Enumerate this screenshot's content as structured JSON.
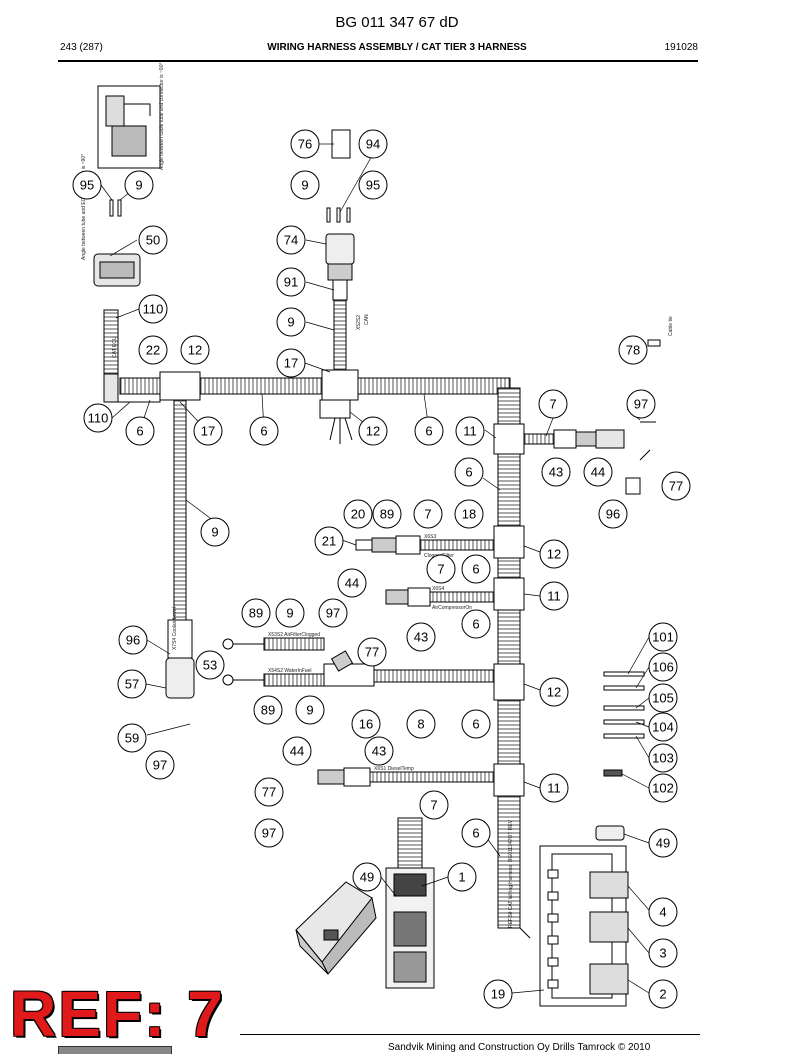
{
  "header": {
    "doc_id": "BG 011 347 67 dD",
    "page": "243 (287)",
    "title": "WIRING HARNESS ASSEMBLY / CAT TIER 3 HARNESS",
    "date": "191028"
  },
  "footer": {
    "copyright": "Sandvik Mining and Construction Oy Drills Tamrock © 2010"
  },
  "ref_stamp": "REF: 7",
  "wire_labels": {
    "x52s2": "X52S2",
    "can": "CAN",
    "cat_ecu": "CAT ECU",
    "x6s3": "X6S3",
    "clogged_filter": "CloggedFilter",
    "x6s4": "X6S4",
    "air_compressor_on": "AirCompressorOn",
    "x6s1_line": "X6S1 DieselTemp",
    "x53s2": "X53S2 AirFilterClogged",
    "coolant_level": "X7S4 CoolantLevel",
    "x54s2": "X54S2 WaterInFuel",
    "main_harness": "BG011347OT REV",
    "cat_wiring_harness": "REF.50 CAT Wiring Harness"
  },
  "notes": {
    "cable_tie": "Cable tie",
    "angle_tube": "Angle between tube and ECU connector is ~90°",
    "angle_cable": "Angle between cable tube and connector is ~90°"
  },
  "callouts": [
    {
      "id": "c76",
      "label": "76"
    },
    {
      "id": "c94",
      "label": "94"
    },
    {
      "id": "c95a",
      "label": "95"
    },
    {
      "id": "c9a",
      "label": "9"
    },
    {
      "id": "c9b",
      "label": "9"
    },
    {
      "id": "c95b",
      "label": "95"
    },
    {
      "id": "c50",
      "label": "50"
    },
    {
      "id": "c74",
      "label": "74"
    },
    {
      "id": "c91",
      "label": "91"
    },
    {
      "id": "c110a",
      "label": "110"
    },
    {
      "id": "c9c",
      "label": "9"
    },
    {
      "id": "c22",
      "label": "22"
    },
    {
      "id": "c12a",
      "label": "12"
    },
    {
      "id": "c17a",
      "label": "17"
    },
    {
      "id": "c78",
      "label": "78"
    },
    {
      "id": "c110b",
      "label": "110"
    },
    {
      "id": "c6a",
      "label": "6"
    },
    {
      "id": "c17b",
      "label": "17"
    },
    {
      "id": "c6b",
      "label": "6"
    },
    {
      "id": "c12b",
      "label": "12"
    },
    {
      "id": "c6c",
      "label": "6"
    },
    {
      "id": "c11a",
      "label": "11"
    },
    {
      "id": "c7a",
      "label": "7"
    },
    {
      "id": "c97a",
      "label": "97"
    },
    {
      "id": "c6d",
      "label": "6"
    },
    {
      "id": "c43a",
      "label": "43"
    },
    {
      "id": "c44a",
      "label": "44"
    },
    {
      "id": "c77a",
      "label": "77"
    },
    {
      "id": "c96a",
      "label": "96"
    },
    {
      "id": "c9d",
      "label": "9"
    },
    {
      "id": "c20",
      "label": "20"
    },
    {
      "id": "c89a",
      "label": "89"
    },
    {
      "id": "c7b",
      "label": "7"
    },
    {
      "id": "c18",
      "label": "18"
    },
    {
      "id": "c21",
      "label": "21"
    },
    {
      "id": "c12c",
      "label": "12"
    },
    {
      "id": "c7c",
      "label": "7"
    },
    {
      "id": "c6e",
      "label": "6"
    },
    {
      "id": "c44b",
      "label": "44"
    },
    {
      "id": "c11b",
      "label": "11"
    },
    {
      "id": "c89b",
      "label": "89"
    },
    {
      "id": "c9e",
      "label": "9"
    },
    {
      "id": "c97b",
      "label": "97"
    },
    {
      "id": "c6f",
      "label": "6"
    },
    {
      "id": "c43b",
      "label": "43"
    },
    {
      "id": "c101",
      "label": "101"
    },
    {
      "id": "c96b",
      "label": "96"
    },
    {
      "id": "c77b",
      "label": "77"
    },
    {
      "id": "c53",
      "label": "53"
    },
    {
      "id": "c106",
      "label": "106"
    },
    {
      "id": "c57",
      "label": "57"
    },
    {
      "id": "c12d",
      "label": "12"
    },
    {
      "id": "c105",
      "label": "105"
    },
    {
      "id": "c89c",
      "label": "89"
    },
    {
      "id": "c9f",
      "label": "9"
    },
    {
      "id": "c16",
      "label": "16"
    },
    {
      "id": "c8",
      "label": "8"
    },
    {
      "id": "c6g",
      "label": "6"
    },
    {
      "id": "c104",
      "label": "104"
    },
    {
      "id": "c59",
      "label": "59"
    },
    {
      "id": "c103",
      "label": "103"
    },
    {
      "id": "c44c",
      "label": "44"
    },
    {
      "id": "c43c",
      "label": "43"
    },
    {
      "id": "c97c",
      "label": "97"
    },
    {
      "id": "c11c",
      "label": "11"
    },
    {
      "id": "c102",
      "label": "102"
    },
    {
      "id": "c77c",
      "label": "77"
    },
    {
      "id": "c7d",
      "label": "7"
    },
    {
      "id": "c97d",
      "label": "97"
    },
    {
      "id": "c6h",
      "label": "6"
    },
    {
      "id": "c49a",
      "label": "49"
    },
    {
      "id": "c49b",
      "label": "49"
    },
    {
      "id": "c1",
      "label": "1"
    },
    {
      "id": "c4",
      "label": "4"
    },
    {
      "id": "c3",
      "label": "3"
    },
    {
      "id": "c19",
      "label": "19"
    },
    {
      "id": "c2",
      "label": "2"
    }
  ]
}
